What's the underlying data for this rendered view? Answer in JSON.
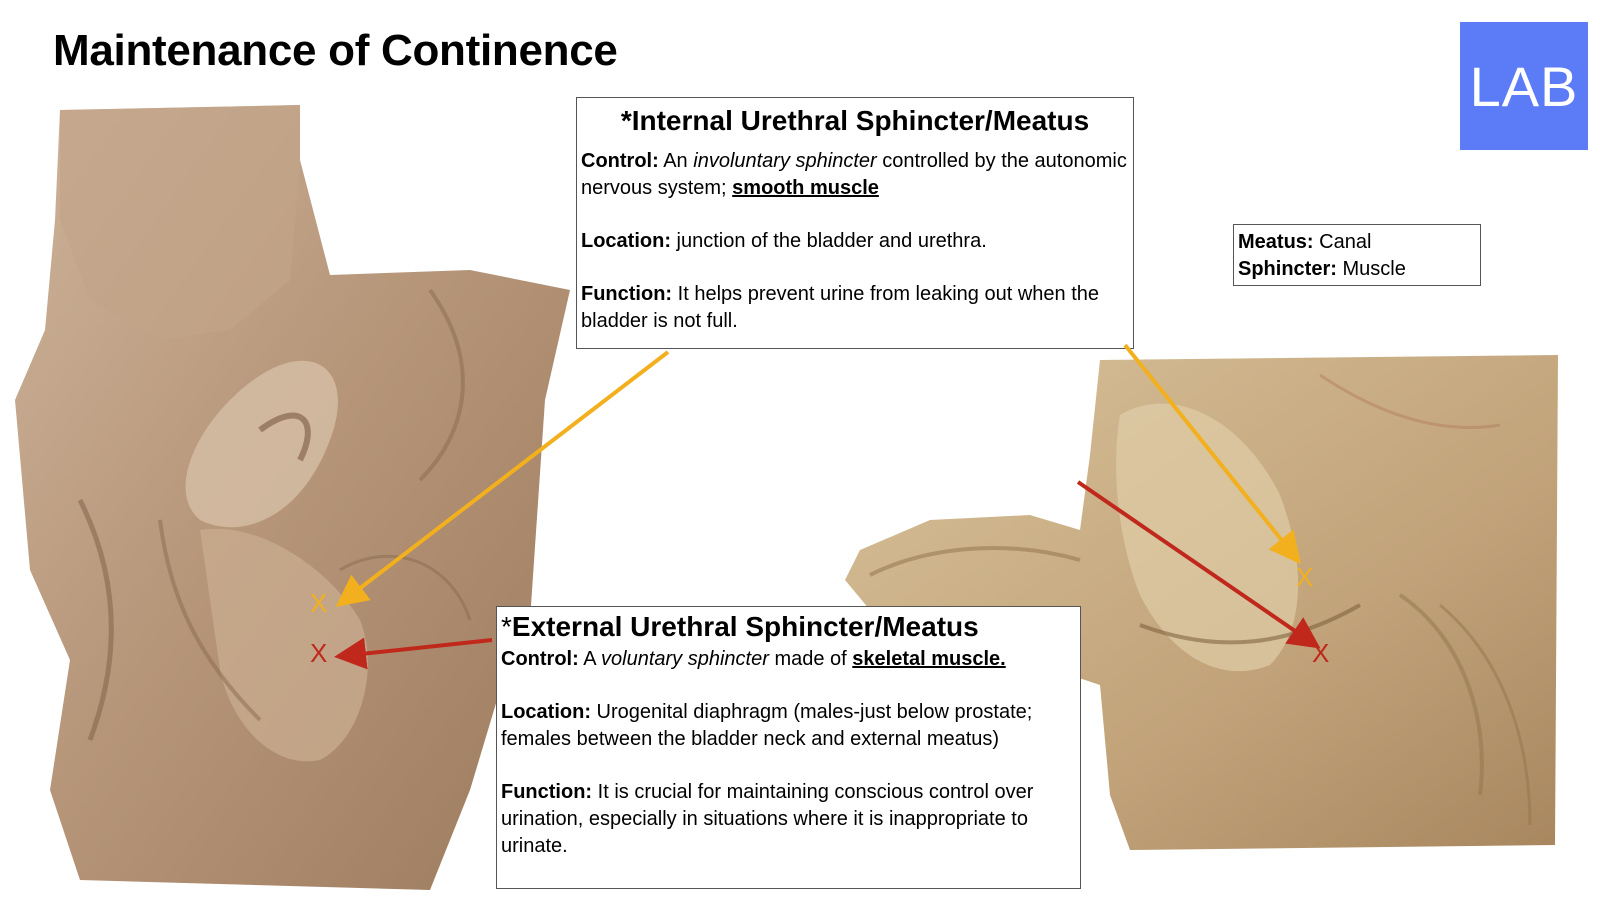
{
  "title": "Maintenance of Continence",
  "logo": {
    "text": "LAB",
    "color": "#5b7cf6"
  },
  "internal": {
    "heading": "*Internal Urethral Sphincter/Meatus",
    "control_label": "Control:",
    "control_text_1": " An ",
    "control_italic": "involuntary sphincter",
    "control_text_2": " controlled by the autonomic nervous system; ",
    "control_underline": "smooth muscle",
    "location_label": "Location:",
    "location_text": " junction of the bladder and urethra.",
    "function_label": "Function:",
    "function_text": " It helps prevent urine from leaking out when the bladder is not full."
  },
  "external": {
    "heading": "External Urethral Sphincter/Meatus",
    "asterisk": "*",
    "control_label": "Control:",
    "control_text_1": " A ",
    "control_italic": "voluntary sphincter",
    "control_text_2": " made of ",
    "control_underline": "skeletal muscle.",
    "location_label": "Location:",
    "location_text": " Urogenital diaphragm (males-just below prostate; females between the bladder neck and external meatus)",
    "function_label": "Function:",
    "function_text": " It is crucial for maintaining conscious control over urination, especially in situations where it is inappropriate to urinate."
  },
  "definitions": {
    "meatus_label": "Meatus:",
    "meatus_text": " Canal",
    "sphincter_label": "Sphincter:",
    "sphincter_text": " Muscle"
  },
  "markers": {
    "mark": "X",
    "internal_color": "#f2b01e",
    "external_color": "#c0281c"
  }
}
